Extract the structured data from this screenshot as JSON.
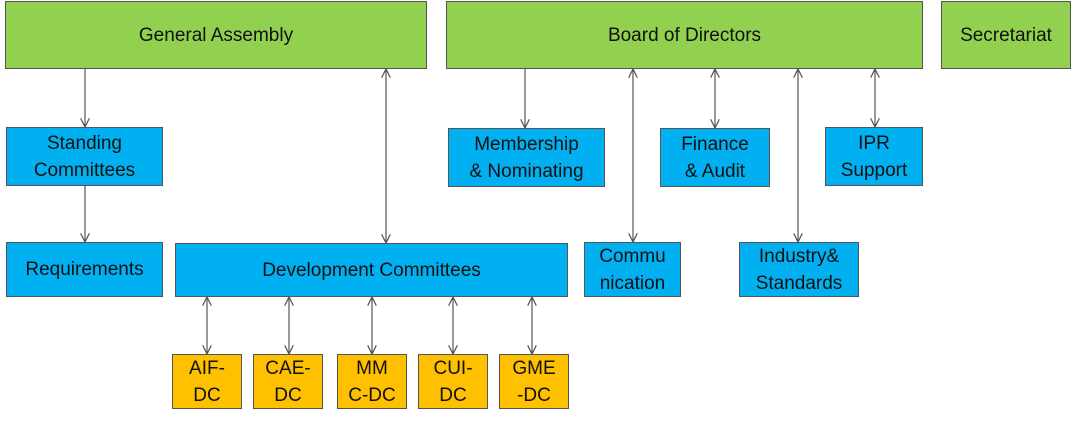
{
  "colors": {
    "governance": "#92d050",
    "committee": "#00b0f0",
    "development_committee": "#ffc000",
    "connector": "#555555"
  },
  "nodes": {
    "general_assembly": "General Assembly",
    "board_of_directors": "Board of Directors",
    "secretariat": "Secretariat",
    "standing_committees": "Standing\nCommittees",
    "requirements": "Requirements",
    "membership_nominating": "Membership\n& Nominating",
    "finance_audit": "Finance\n& Audit",
    "ipr_support": "IPR\nSupport",
    "development_committees": "Development Committees",
    "communication": "Commu\nnication",
    "industry_standards": "Industry&\nStandards",
    "aif_dc": "AIF-\nDC",
    "cae_dc": "CAE-\nDC",
    "mmc_dc": "MM\nC-DC",
    "cui_dc": "CUI-\nDC",
    "gme_dc": "GME\n-DC"
  },
  "edges": [
    {
      "from": "general_assembly",
      "to": "standing_committees",
      "direction": "forward"
    },
    {
      "from": "standing_committees",
      "to": "requirements",
      "direction": "forward"
    },
    {
      "from": "general_assembly",
      "to": "development_committees",
      "direction": "both"
    },
    {
      "from": "board_of_directors",
      "to": "membership_nominating",
      "direction": "forward"
    },
    {
      "from": "board_of_directors",
      "to": "communication",
      "direction": "both"
    },
    {
      "from": "board_of_directors",
      "to": "finance_audit",
      "direction": "both"
    },
    {
      "from": "board_of_directors",
      "to": "industry_standards",
      "direction": "both"
    },
    {
      "from": "board_of_directors",
      "to": "ipr_support",
      "direction": "both"
    },
    {
      "from": "development_committees",
      "to": "aif_dc",
      "direction": "both"
    },
    {
      "from": "development_committees",
      "to": "cae_dc",
      "direction": "both"
    },
    {
      "from": "development_committees",
      "to": "mmc_dc",
      "direction": "both"
    },
    {
      "from": "development_committees",
      "to": "cui_dc",
      "direction": "both"
    },
    {
      "from": "development_committees",
      "to": "gme_dc",
      "direction": "both"
    }
  ]
}
